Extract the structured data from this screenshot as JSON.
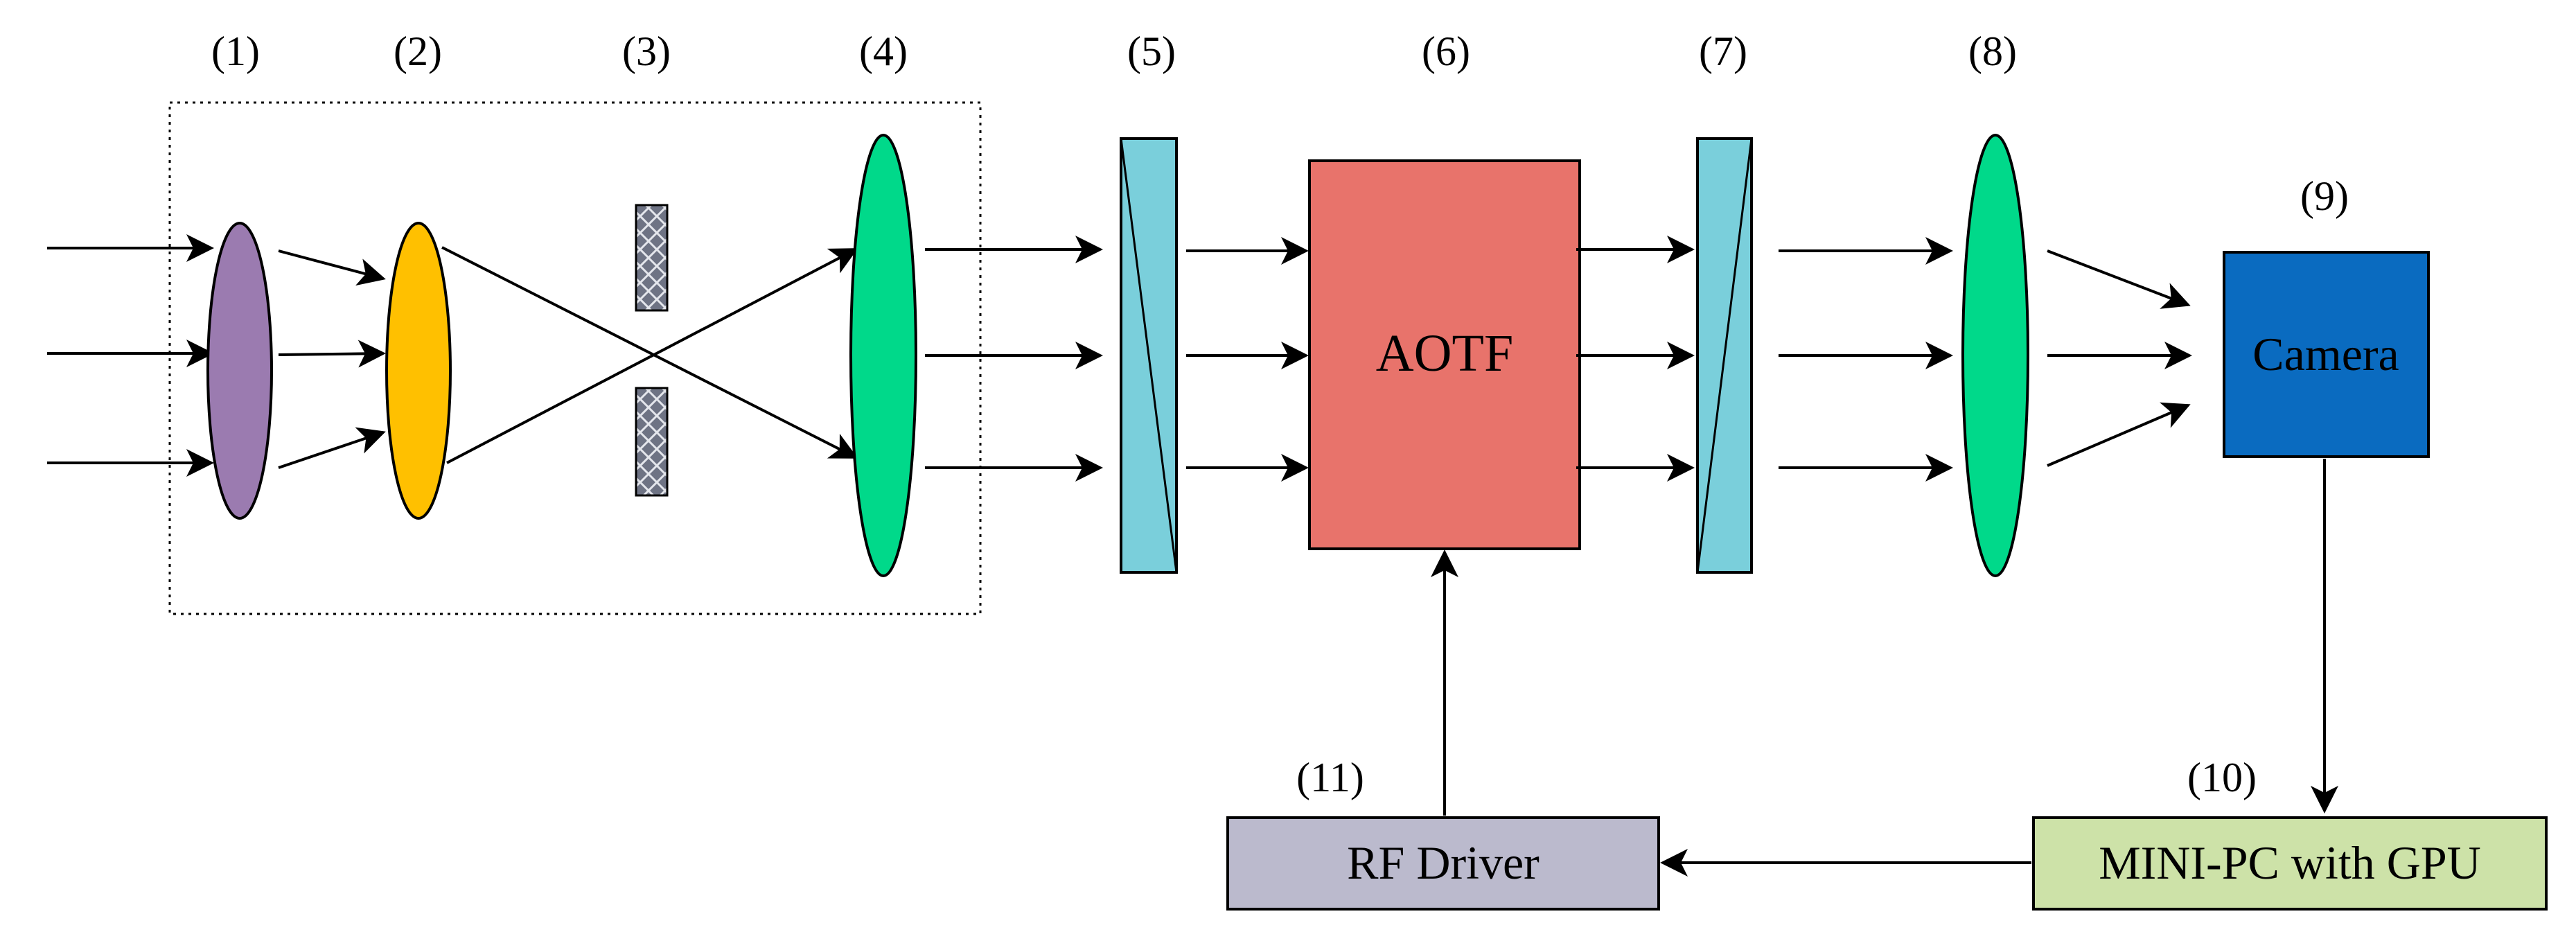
{
  "component_numbers": {
    "n1": "(1)",
    "n2": "(2)",
    "n3": "(3)",
    "n4": "(4)",
    "n5": "(5)",
    "n6": "(6)",
    "n7": "(7)",
    "n8": "(8)",
    "n9": "(9)",
    "n10": "(10)",
    "n11": "(11)"
  },
  "boxes": {
    "aotf": "AOTF",
    "camera": "Camera",
    "rf_driver": "RF Driver",
    "mini_pc": "MINI-PC with GPU"
  },
  "colors": {
    "lens1": "#9B7BB0",
    "lens2": "#FFC000",
    "lens_green": "#00D98A",
    "polarizer": "#7ACFDB",
    "aotf": "#E8736B",
    "camera": "#0A6BC0",
    "rf_driver": "#BBBACD",
    "mini_pc": "#CDE2A8",
    "aperture": "#6E7384"
  }
}
